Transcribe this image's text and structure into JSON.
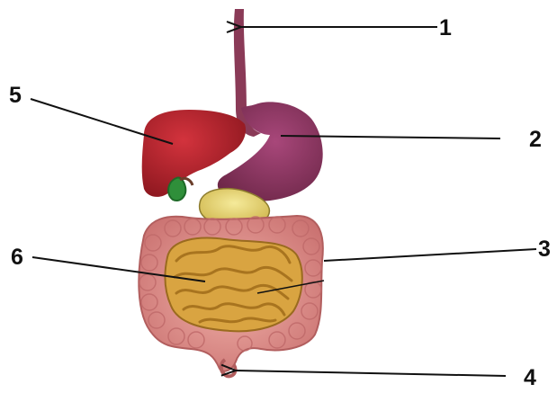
{
  "diagram": {
    "labels": [
      {
        "id": "l1",
        "text": "1",
        "part": "esophagus"
      },
      {
        "id": "l2",
        "text": "2",
        "part": "stomach"
      },
      {
        "id": "l3",
        "text": "3",
        "part": "large-intestine"
      },
      {
        "id": "l4",
        "text": "4",
        "part": "appendix"
      },
      {
        "id": "l5",
        "text": "5",
        "part": "liver"
      },
      {
        "id": "l6",
        "text": "6",
        "part": "small-intestine"
      }
    ]
  },
  "colors": {
    "esophagus": "#8a3a57",
    "stomach": "#8e3b63",
    "liver": "#b3232e",
    "gallbladder": "#2f8f3a",
    "pancreas": "#e6d36b",
    "large_intestine": "#d98c8c",
    "small_intestine": "#d9a441",
    "pointer": "#111111"
  }
}
